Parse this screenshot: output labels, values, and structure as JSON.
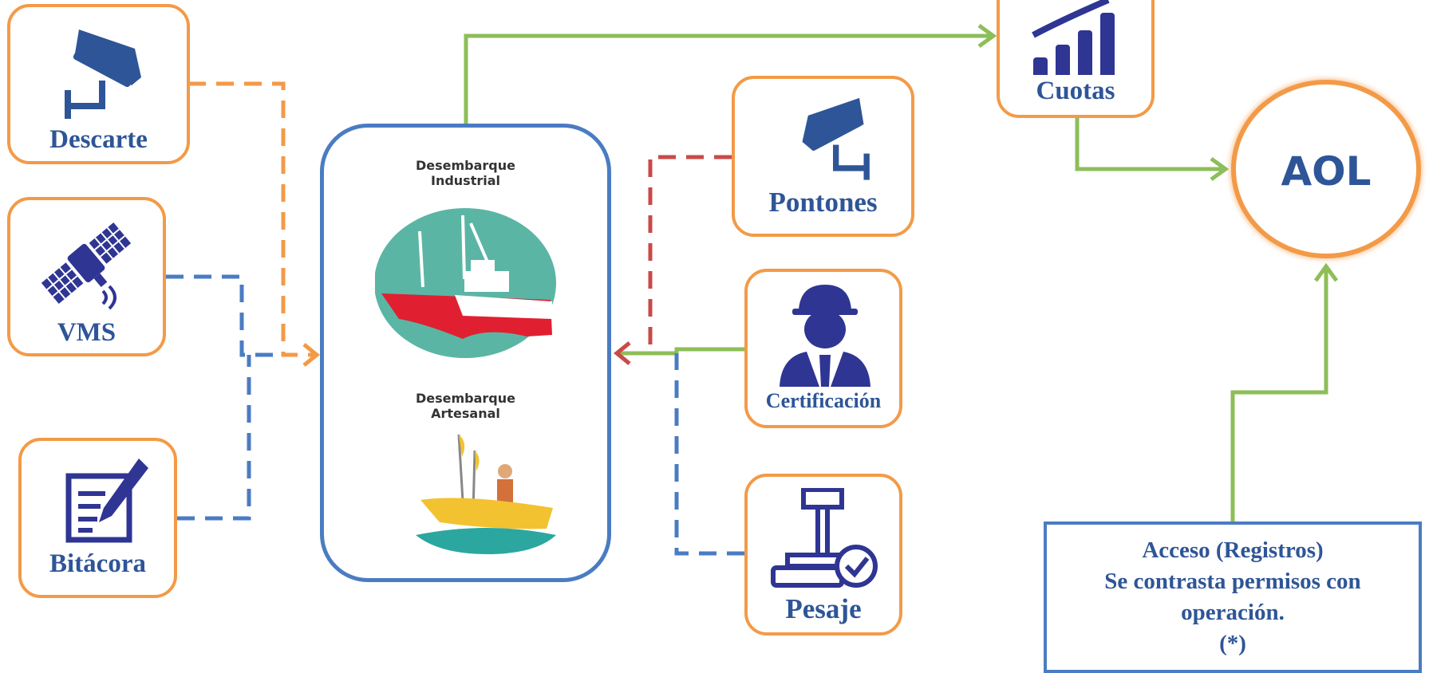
{
  "nodes": {
    "descarte": {
      "label": "Descarte",
      "icon": "security-camera-icon"
    },
    "vms": {
      "label": "VMS",
      "icon": "satellite-icon"
    },
    "bitacora": {
      "label": "Bitácora",
      "icon": "logbook-pen-icon"
    },
    "pontones": {
      "label": "Pontones",
      "icon": "security-camera-icon"
    },
    "certificacion": {
      "label": "Certificación",
      "icon": "inspector-person-icon"
    },
    "pesaje": {
      "label": "Pesaje",
      "icon": "weighing-scale-icon"
    },
    "cuotas": {
      "label": "Cuotas",
      "icon": "bar-chart-icon"
    },
    "aol": {
      "label": "AOL"
    }
  },
  "center": {
    "industrial_caption_line1": "Desembarque",
    "industrial_caption_line2": "Industrial",
    "artesanal_caption_line1": "Desembarque",
    "artesanal_caption_line2": "Artesanal",
    "industrial_icon": "industrial-fishing-ship-icon",
    "artesanal_icon": "artisanal-fishing-boat-icon"
  },
  "acceso": {
    "line1": "Acceso (Registros)",
    "line2": "Se contrasta permisos con",
    "line3": "operación.",
    "line4": "(*)"
  },
  "colors": {
    "orange": "#F39A47",
    "blue": "#4A7CC2",
    "green": "#8DBE58",
    "red": "#C94A48",
    "label_blue": "#2E5597",
    "icon_navy": "#2F3593"
  }
}
